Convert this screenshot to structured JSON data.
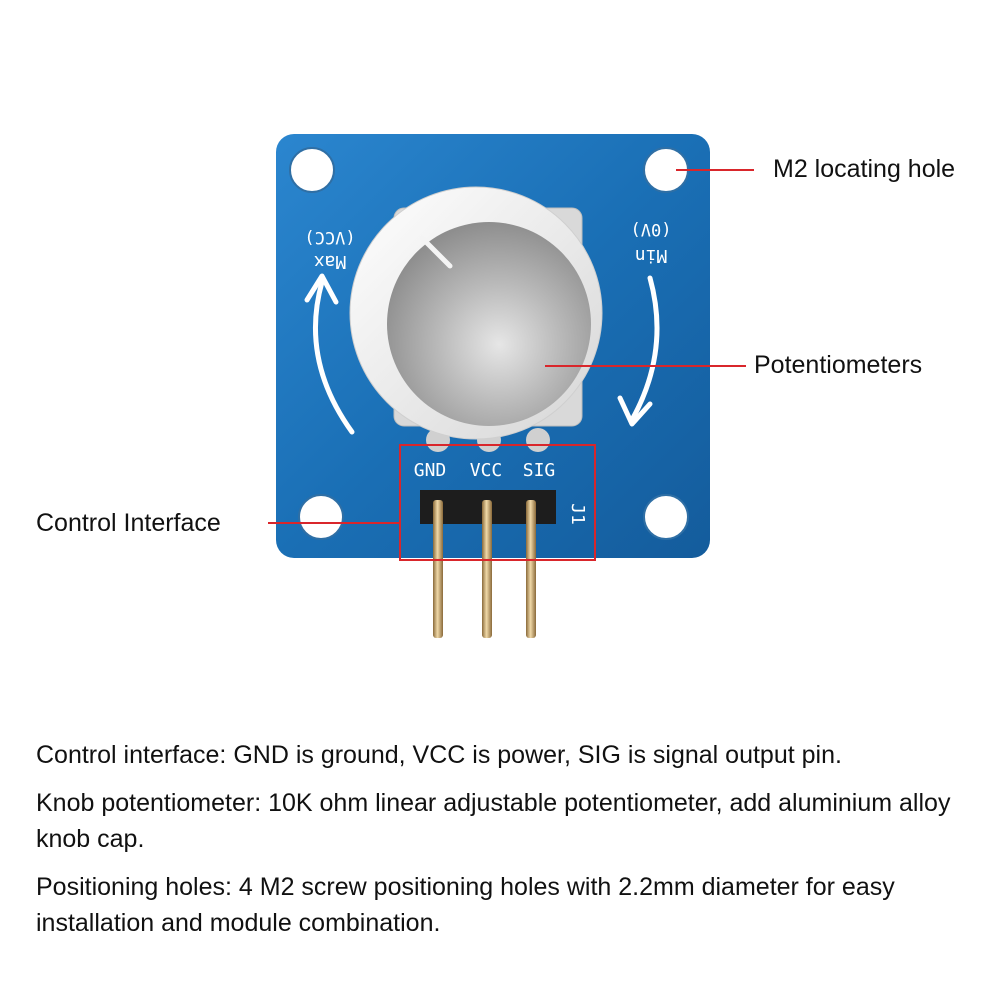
{
  "callouts": {
    "m2_hole": "M2 locating hole",
    "potentiometer": "Potentiometers",
    "control_interface": "Control Interface"
  },
  "board": {
    "pins": [
      "GND",
      "VCC",
      "SIG"
    ],
    "header_label": "J1",
    "max_label": "Max",
    "max_sub": "(VCC)",
    "min_label": "Min",
    "min_sub": "(0V)"
  },
  "descriptions": [
    "Control interface: GND is ground, VCC is power, SIG is signal output pin.",
    "Knob potentiometer: 10K ohm linear adjustable potentiometer, add aluminium alloy knob cap.",
    "Positioning holes: 4 M2 screw positioning holes with 2.2mm diameter for easy installation and module combination."
  ],
  "colors": {
    "pcb": "#1a6fb5",
    "callout_line": "#d9262b",
    "highlight_box": "#d9262b"
  }
}
